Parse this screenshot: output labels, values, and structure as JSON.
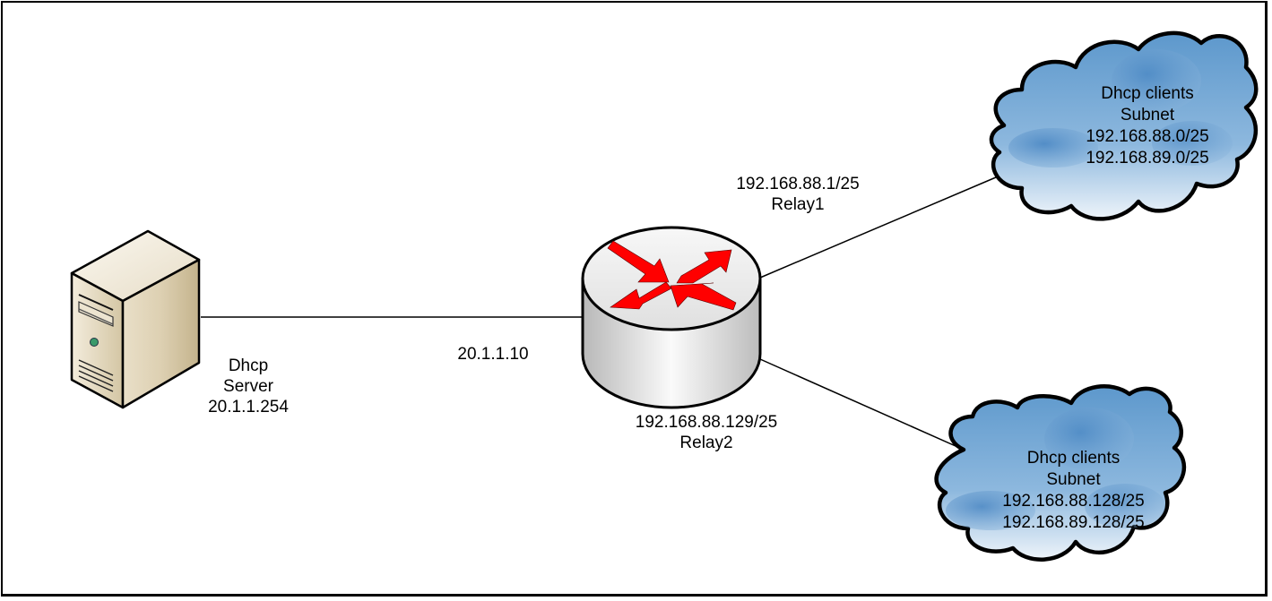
{
  "diagram": {
    "title": "DHCP relay topology",
    "nodes": {
      "server": {
        "type": "server",
        "icon": "server-tower-icon",
        "lines": [
          "Dhcp",
          "Server",
          "20.1.1.254"
        ]
      },
      "router": {
        "type": "router",
        "icon": "router-icon",
        "interfaces": {
          "server_side": {
            "lines": [
              "20.1.1.10"
            ]
          },
          "relay1": {
            "lines": [
              "192.168.88.1/25",
              "Relay1"
            ]
          },
          "relay2": {
            "lines": [
              "192.168.88.129/25",
              "Relay2"
            ]
          }
        }
      },
      "cloud1": {
        "type": "cloud",
        "icon": "cloud-icon",
        "lines": [
          "Dhcp clients",
          "Subnet",
          "192.168.88.0/25",
          "192.168.89.0/25"
        ]
      },
      "cloud2": {
        "type": "cloud",
        "icon": "cloud-icon",
        "lines": [
          "Dhcp clients",
          "Subnet",
          "192.168.88.128/25",
          "192.168.89.128/25"
        ]
      }
    },
    "links": [
      {
        "from": "server",
        "to": "router"
      },
      {
        "from": "router",
        "to": "cloud1"
      },
      {
        "from": "router",
        "to": "cloud2"
      }
    ],
    "colors": {
      "arrow_red": "#ff0000",
      "cloud_blue": "#4a8ac4",
      "cloud_light": "#e8f1fa",
      "server_beige": "#d9ccae",
      "router_gray": "#e6e6e6",
      "led_green": "#3a9a6a"
    }
  }
}
